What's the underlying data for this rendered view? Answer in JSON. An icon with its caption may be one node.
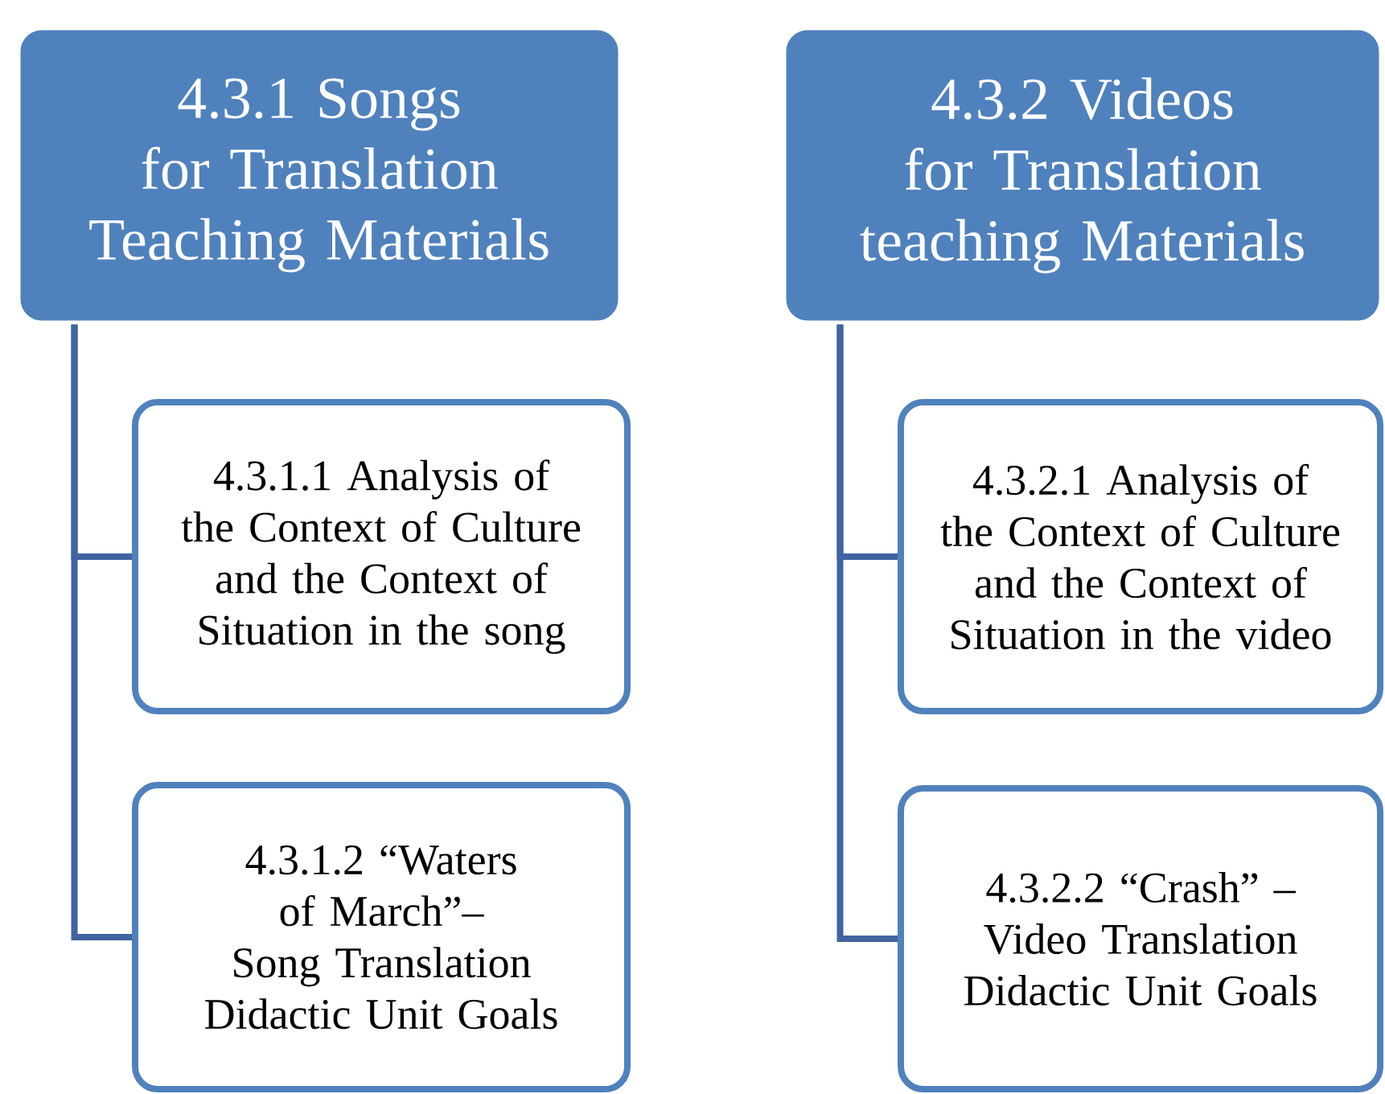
{
  "diagram": {
    "nodes": [
      {
        "text": [
          "4.3.1 Songs for Translation Teaching Materials"
        ]
      },
      {
        "text": [
          "4.3.1.1 Analysis of the Context of Culture and the Context of Situation in the song"
        ]
      },
      {
        "text": [
          "4.3.1.2 “Waters of March”– Song Translation Didactic Unit Goals"
        ]
      },
      {
        "text": [
          "4.3.2 Videos for Translation teaching Materials"
        ]
      },
      {
        "text": [
          "4.3.2.1 Analysis of the Context of Culture and the Context of Situation in the video"
        ]
      },
      {
        "text": [
          "4.3.2.2 “Crash” – Video Translation Didactic Unit Goals"
        ]
      }
    ],
    "edges": [
      {
        "from": 0,
        "to": 1,
        "arrow": "none"
      },
      {
        "from": 0,
        "to": 2,
        "arrow": "none"
      },
      {
        "from": 3,
        "to": 4,
        "arrow": "none"
      },
      {
        "from": 3,
        "to": 5,
        "arrow": "none"
      }
    ]
  }
}
